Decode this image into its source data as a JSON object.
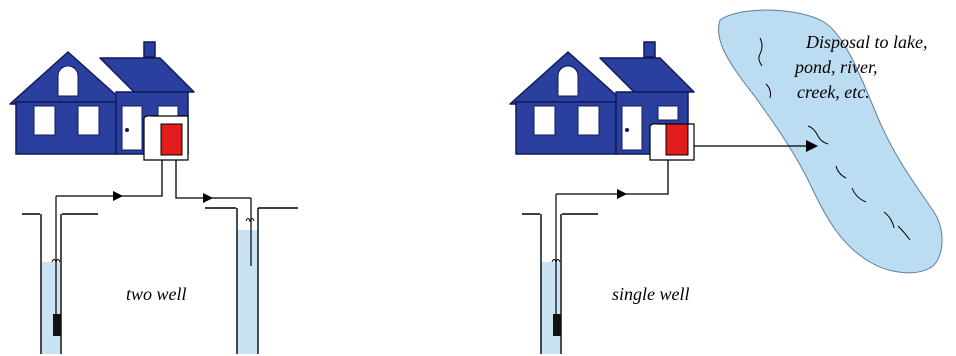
{
  "header_text": "",
  "left_system": {
    "caption": "two well"
  },
  "right_system": {
    "caption": "single well"
  },
  "disposal_note": {
    "lines": [
      "Disposal to lake,",
      "pond, river,",
      "creek, etc."
    ]
  },
  "colors": {
    "house": "#2b3f9e",
    "house_outline": "#10195a",
    "heat_pump": "#e01c1c",
    "water": "#c9e2f4",
    "lake": "#bcdcf2"
  }
}
